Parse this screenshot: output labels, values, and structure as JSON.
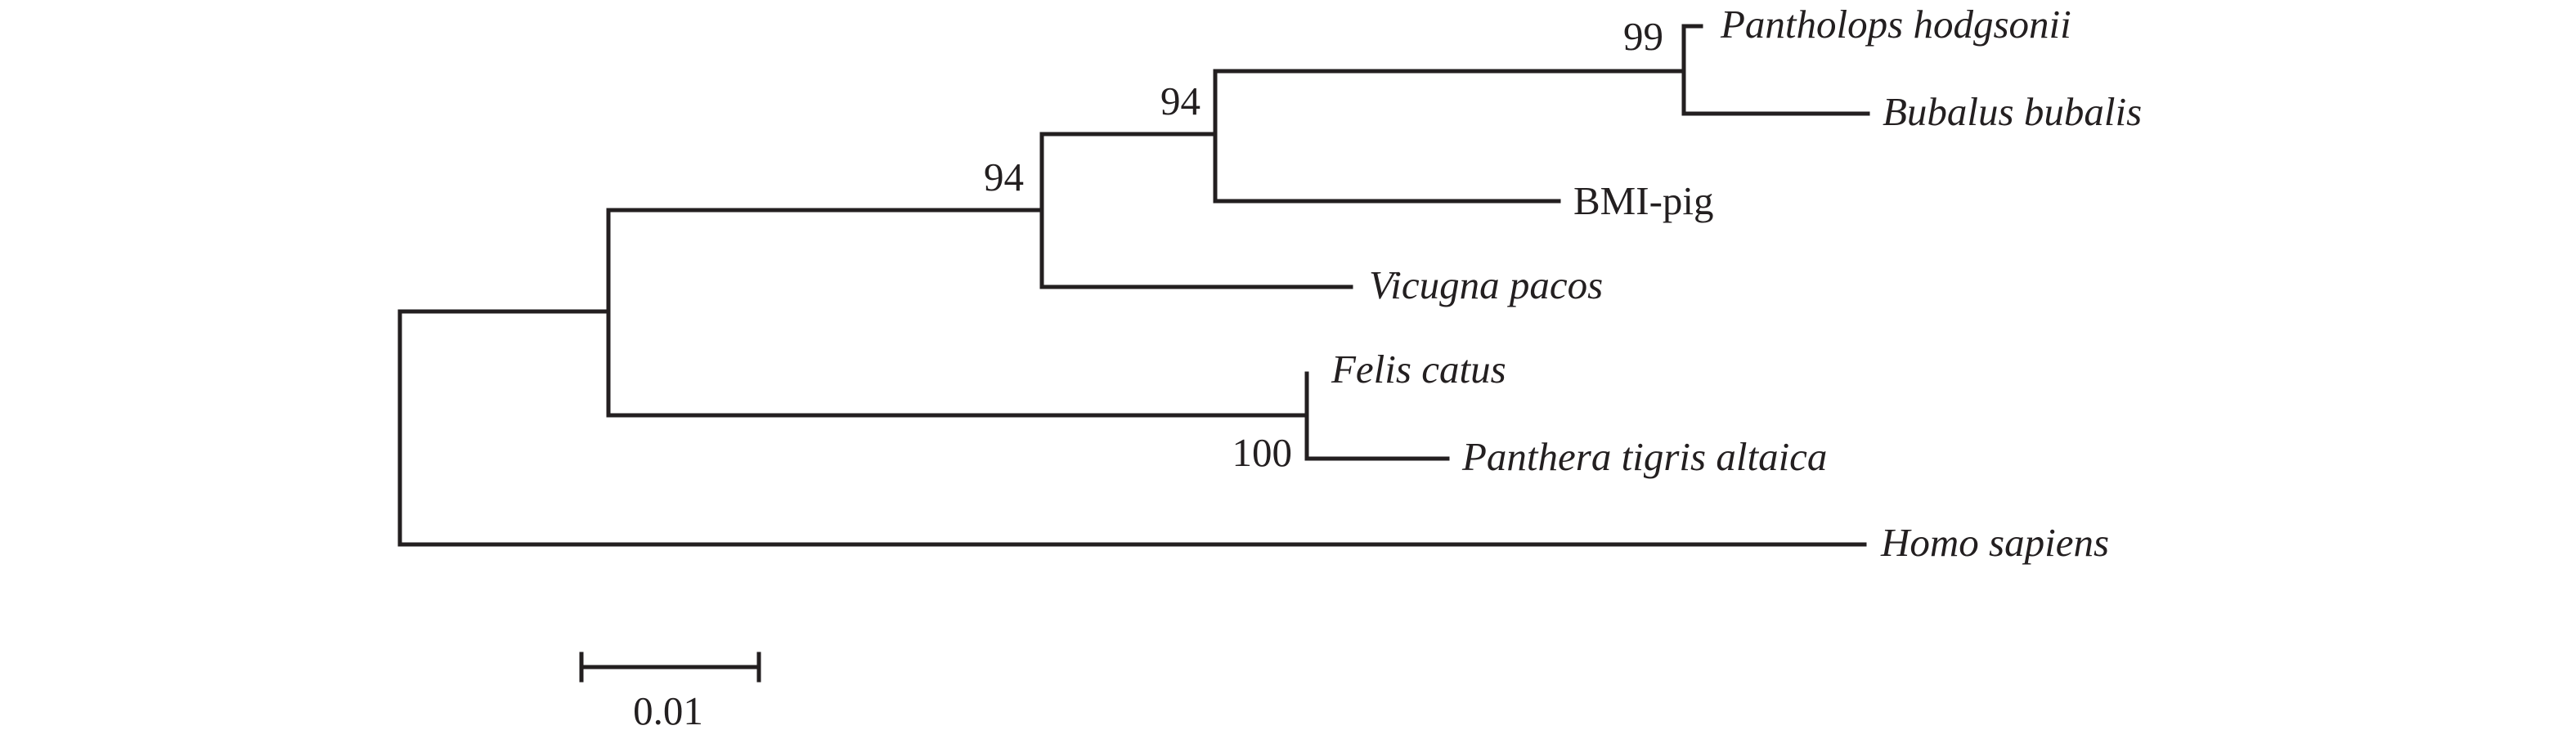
{
  "tree": {
    "taxa": {
      "pantholops": "Pantholops hodgsonii",
      "bubalus": "Bubalus bubalis",
      "bmi_pig": "BMI-pig",
      "vicugna": "Vicugna pacos",
      "felis": "Felis catus",
      "panthera": "Panthera tigris altaica",
      "homo": "Homo sapiens"
    },
    "support": {
      "bovid_clade": "99",
      "pig_bovid_clade": "94",
      "cetartiodactyla_clade": "94",
      "felid_clade": "100"
    }
  },
  "scale_bar": {
    "label": "0.01"
  },
  "colors": {
    "line": "#231f20",
    "text": "#231f20",
    "background": "#ffffff"
  }
}
